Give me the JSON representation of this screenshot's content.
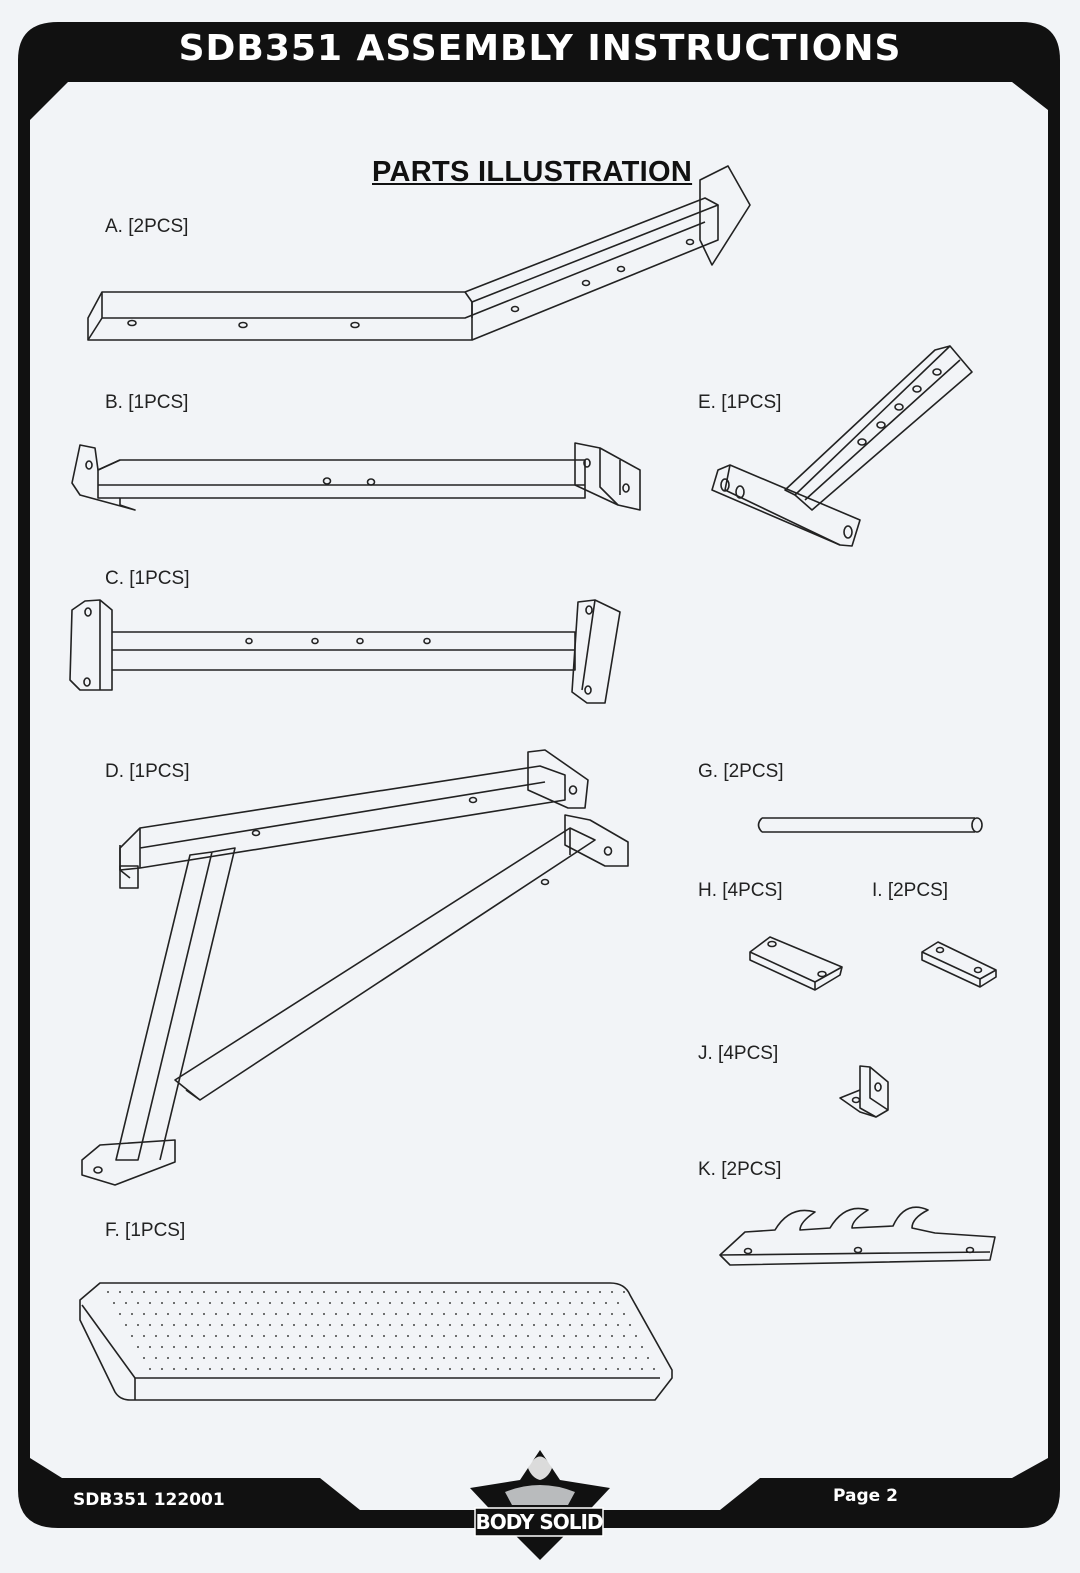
{
  "header": {
    "title": "SDB351 ASSEMBLY INSTRUCTIONS"
  },
  "section": {
    "title": "PARTS ILLUSTRATION"
  },
  "parts": [
    {
      "id": "A",
      "label": "A. [2PCS]"
    },
    {
      "id": "B",
      "label": "B. [1PCS]"
    },
    {
      "id": "C",
      "label": "C. [1PCS]"
    },
    {
      "id": "D",
      "label": "D. [1PCS]"
    },
    {
      "id": "E",
      "label": "E. [1PCS]"
    },
    {
      "id": "F",
      "label": "F. [1PCS]"
    },
    {
      "id": "G",
      "label": "G. [2PCS]"
    },
    {
      "id": "H",
      "label": "H. [4PCS]"
    },
    {
      "id": "I",
      "label": "I. [2PCS]"
    },
    {
      "id": "J",
      "label": "J. [4PCS]"
    },
    {
      "id": "K",
      "label": "K. [2PCS]"
    }
  ],
  "footer": {
    "doc_code": "SDB351 122001",
    "page": "Page 2",
    "logo_text": "BODY SOLID",
    "logo_icon": "bodybuilder-logo-icon"
  },
  "colors": {
    "frame": "#111111",
    "page": "#f2f4f7",
    "line": "#222222"
  }
}
